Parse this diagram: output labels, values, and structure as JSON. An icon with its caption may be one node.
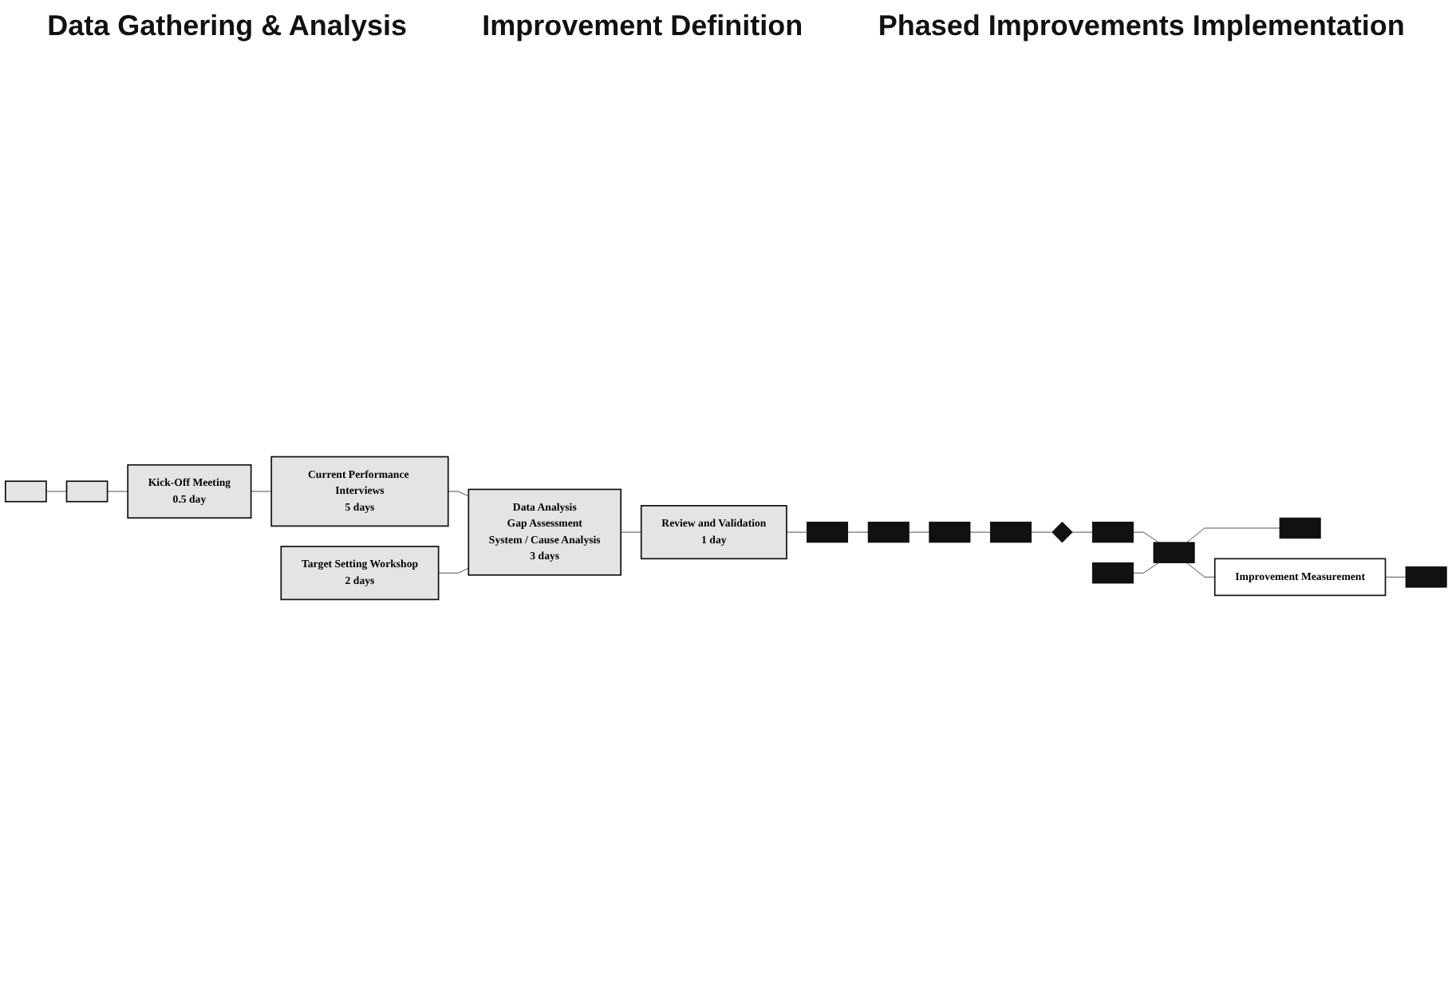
{
  "diagram": {
    "nodes": [
      {
        "text": [],
        "shape": "box"
      },
      {
        "text": [],
        "shape": "box"
      },
      {
        "text": [
          "Kick-Off Meeting",
          "0.5 day"
        ]
      },
      {
        "text": [
          "Current Performance Interviews",
          "5 days"
        ]
      },
      {
        "text": [
          "Target Setting Workshop",
          "2 days"
        ]
      },
      {
        "text": [
          "Data Analysis",
          "Gap Assessment",
          "System / Cause Analysis",
          "3 days"
        ]
      },
      {
        "text": [
          "Review and Validation",
          "1 day"
        ]
      },
      {
        "text": [],
        "shape": "box"
      },
      {
        "text": [],
        "shape": "box"
      },
      {
        "text": [],
        "shape": "box"
      },
      {
        "text": [],
        "shape": "box"
      },
      {
        "text": [],
        "shape": "diamond"
      },
      {
        "text": [],
        "shape": "box"
      },
      {
        "text": [],
        "shape": "box"
      },
      {
        "text": [],
        "shape": "box"
      },
      {
        "text": [
          "Improvement Measurement"
        ]
      },
      {
        "text": [],
        "shape": "box"
      },
      {
        "text": [],
        "shape": "box"
      }
    ],
    "edges": [
      {
        "from": 0,
        "to": 1,
        "arrow": "none"
      },
      {
        "from": 1,
        "to": 2,
        "arrow": "none"
      },
      {
        "from": 2,
        "to": 3,
        "arrow": "none"
      },
      {
        "from": 3,
        "to": 5,
        "arrow": "none"
      },
      {
        "from": 4,
        "to": 5,
        "arrow": "none"
      },
      {
        "from": 5,
        "to": 6,
        "arrow": "none"
      },
      {
        "from": 6,
        "to": 7,
        "arrow": "none"
      },
      {
        "from": 7,
        "to": 8,
        "arrow": "none"
      },
      {
        "from": 8,
        "to": 9,
        "arrow": "none"
      },
      {
        "from": 9,
        "to": 10,
        "arrow": "none"
      },
      {
        "from": 10,
        "to": 11,
        "arrow": "none"
      },
      {
        "from": 11,
        "to": 12,
        "arrow": "none"
      },
      {
        "from": 12,
        "to": 14,
        "arrow": "none"
      },
      {
        "from": 14,
        "to": 13,
        "arrow": "none"
      },
      {
        "from": 14,
        "to": 15,
        "arrow": "none"
      },
      {
        "from": 15,
        "to": 16,
        "arrow": "none"
      },
      {
        "from": 17,
        "to": 14,
        "arrow": "none"
      }
    ],
    "labels": [
      "Data Gathering & Analysis",
      "Improvement Definition",
      "Phased Improvements Implementation"
    ]
  }
}
